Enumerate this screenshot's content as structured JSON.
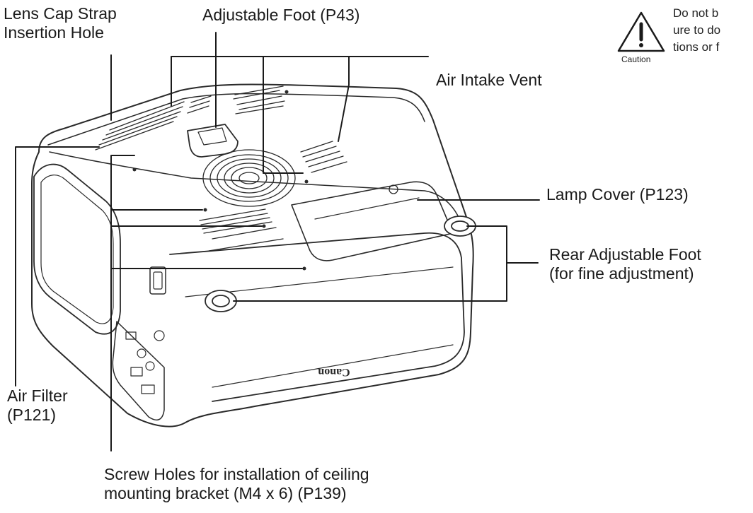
{
  "labels": {
    "lens_cap": [
      "Lens Cap Strap",
      "Insertion Hole"
    ],
    "adjustable_foot": "Adjustable Foot (P43)",
    "air_intake_vent": "Air Intake Vent",
    "lamp_cover": "Lamp Cover (P123)",
    "rear_foot": [
      "Rear Adjustable Foot",
      "(for fine adjustment)"
    ],
    "air_filter": [
      "Air Filter",
      "(P121)"
    ],
    "screw_holes": [
      "Screw Holes for installation of ceiling",
      "mounting bracket (M4 x 6) (P139)"
    ]
  },
  "caution": {
    "icon": "caution-triangle-icon",
    "word": "Caution",
    "lines": [
      "Do not b",
      "ure to do",
      "tions or f"
    ]
  },
  "brand": "Canon"
}
